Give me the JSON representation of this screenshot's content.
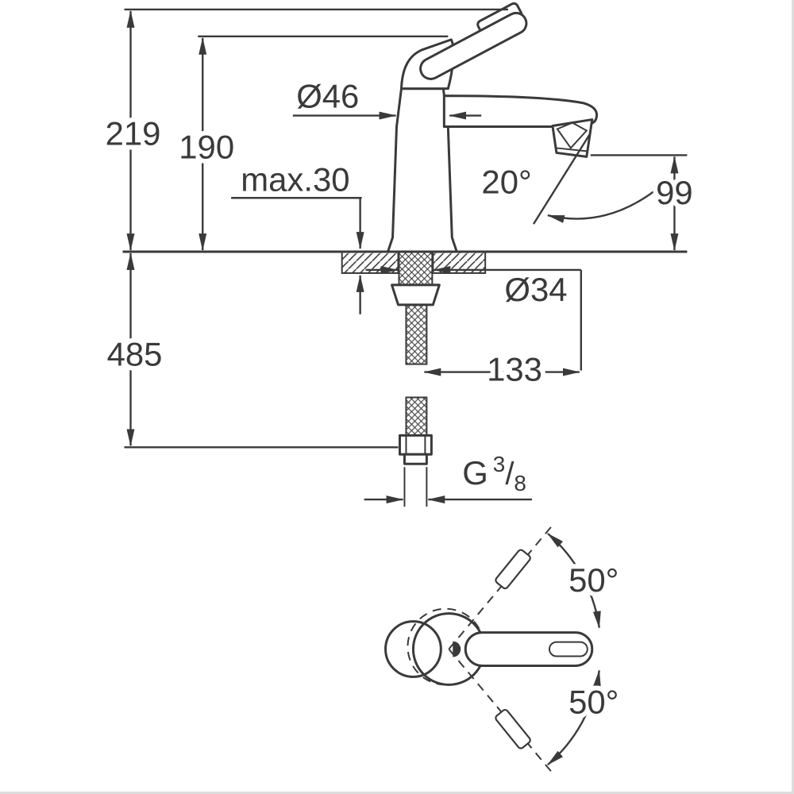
{
  "labels": {
    "total_height": "219",
    "upper_height": "190",
    "body_diameter": "Ø46",
    "max_deck_thickness": "max.30",
    "spout_angle": "20°",
    "outlet_height": "99",
    "below_deck_length": "485",
    "hole_diameter": "Ø34",
    "hose_projection": "133",
    "thread_g": "G",
    "thread_num": "3",
    "thread_slash": "/",
    "thread_den": "8",
    "swing_upper": "50°",
    "swing_lower": "50°"
  },
  "colors": {
    "line": "#3a3a3a",
    "background": "#ffffff",
    "edge": "#dddddd"
  }
}
